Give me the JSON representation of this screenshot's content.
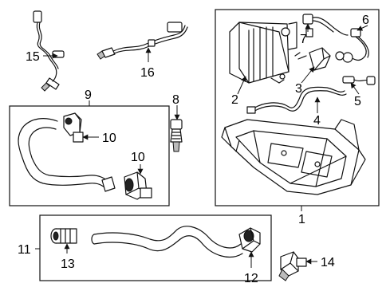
{
  "callouts": {
    "c1": "1",
    "c2": "2",
    "c3": "3",
    "c4": "4",
    "c5": "5",
    "c6": "6",
    "c7": "7",
    "c8": "8",
    "c9": "9",
    "c10a": "10",
    "c10b": "10",
    "c11": "11",
    "c12": "12",
    "c13": "13",
    "c14": "14",
    "c15": "15",
    "c16": "16"
  }
}
